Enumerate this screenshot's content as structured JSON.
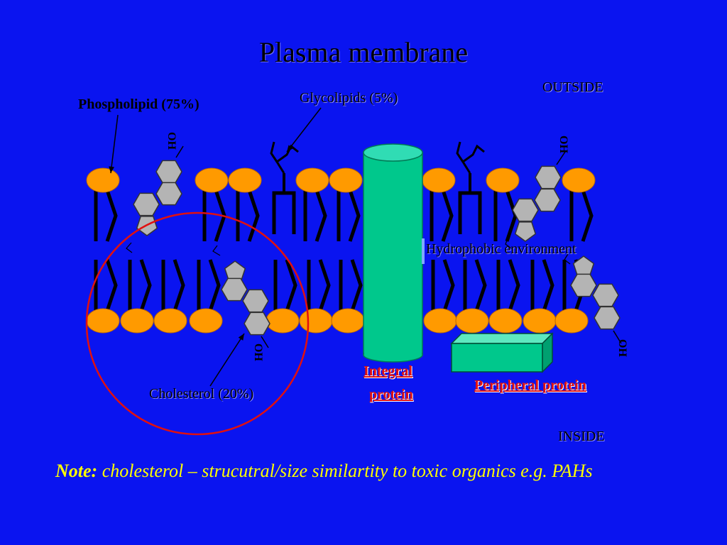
{
  "slide": {
    "title": "Plasma membrane",
    "labels": {
      "outside": "OUTSIDE",
      "inside": "INSIDE",
      "phospholipid": "Phospholipid (75%)",
      "glycolipids": "Glycolipids (5%)",
      "cholesterol": "Cholesterol (20%)",
      "hydrophobic": "Hydrophobic environment",
      "integral_line1": "Integral",
      "integral_line2": "protein",
      "peripheral": "Peripheral protein",
      "oh": "OH"
    },
    "note": {
      "prefix": "Note:",
      "text": "cholesterol – strucutral/size similartity to toxic organics e.g. PAHs"
    }
  },
  "colors": {
    "background": "#0A14F0",
    "lipid_head": "#FF9A00",
    "protein": "#00C88C",
    "protein_top": "#30DCB4",
    "ring": "#B4B4B4",
    "circle": "#E01010",
    "note": "#FFFF00"
  }
}
